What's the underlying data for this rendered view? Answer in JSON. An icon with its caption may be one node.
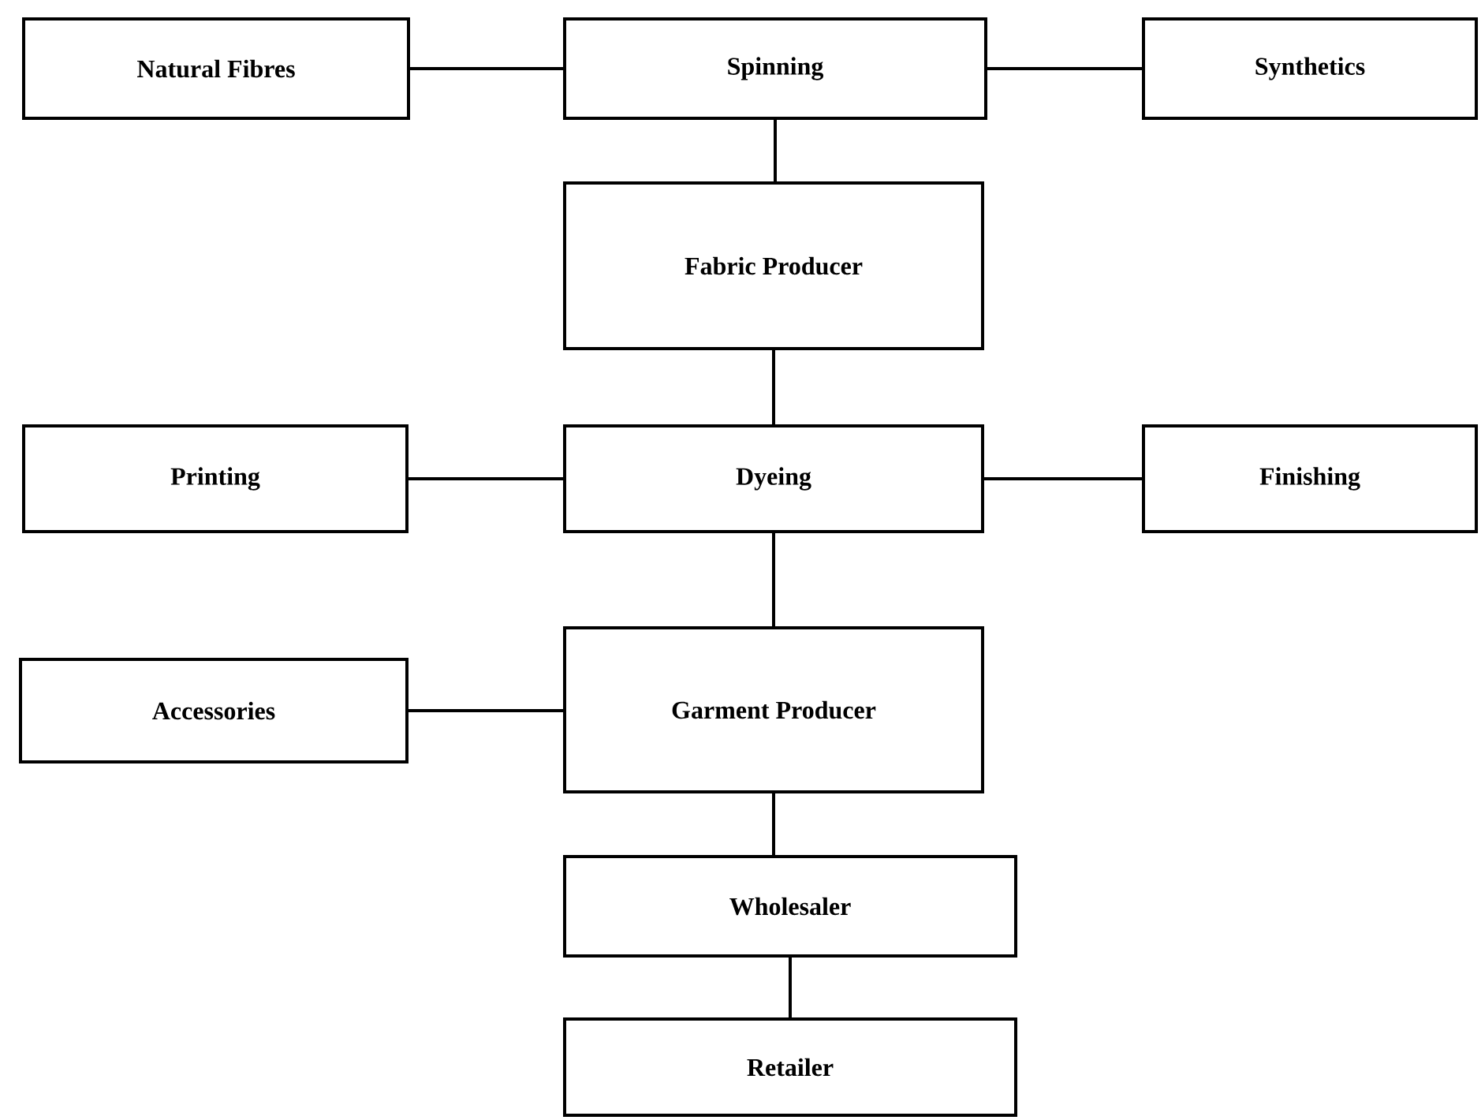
{
  "diagram": {
    "nodes": [
      {
        "text": [
          "Natural Fibres"
        ]
      },
      {
        "text": [
          "Spinning"
        ]
      },
      {
        "text": [
          "Synthetics"
        ]
      },
      {
        "text": [
          "Fabric Producer"
        ]
      },
      {
        "text": [
          "Printing"
        ]
      },
      {
        "text": [
          "Dyeing"
        ]
      },
      {
        "text": [
          "Finishing"
        ]
      },
      {
        "text": [
          "Garment Producer"
        ]
      },
      {
        "text": [
          "Accessories"
        ]
      },
      {
        "text": [
          "Wholesaler"
        ]
      },
      {
        "text": [
          "Retailer"
        ]
      }
    ],
    "edges": [
      {
        "from": 0,
        "to": 1,
        "arrow": "none"
      },
      {
        "from": 1,
        "to": 2,
        "arrow": "none"
      },
      {
        "from": 1,
        "to": 3,
        "arrow": "none"
      },
      {
        "from": 3,
        "to": 5,
        "arrow": "none"
      },
      {
        "from": 4,
        "to": 5,
        "arrow": "none"
      },
      {
        "from": 5,
        "to": 6,
        "arrow": "none"
      },
      {
        "from": 5,
        "to": 7,
        "arrow": "none"
      },
      {
        "from": 8,
        "to": 7,
        "arrow": "none"
      },
      {
        "from": 7,
        "to": 9,
        "arrow": "none"
      },
      {
        "from": 9,
        "to": 10,
        "arrow": "none"
      }
    ]
  }
}
